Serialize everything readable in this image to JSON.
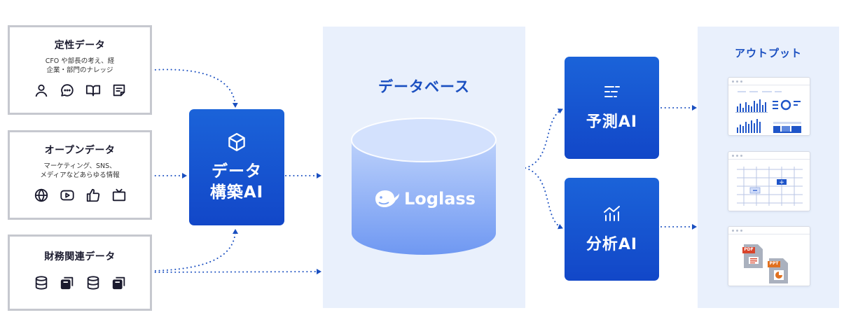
{
  "sources": [
    {
      "title": "定性データ",
      "desc": [
        "CFO や部長の考え、経",
        "企業・部門のナレッジ"
      ],
      "icons": [
        "person-icon",
        "chat-bubble-icon",
        "book-icon",
        "document-icon"
      ]
    },
    {
      "title": "オープンデータ",
      "desc": [
        "マーケティング、SNS、",
        "メディアなどあらゆる情報"
      ],
      "icons": [
        "globe-icon",
        "video-play-icon",
        "thumbs-up-icon",
        "tv-icon"
      ]
    },
    {
      "title": "財務関連データ",
      "desc": [],
      "icons": [
        "database-icon",
        "stacked-files-icon",
        "database-icon",
        "stacked-files-icon"
      ]
    }
  ],
  "builder": {
    "line1": "データ",
    "line2": "構築AI",
    "icon": "cube-icon"
  },
  "database": {
    "title": "データベース",
    "brand": "Loglass",
    "logo": "whale-logo"
  },
  "ai_boxes": [
    {
      "label": "予測AI",
      "icon": "forecast-lines-icon"
    },
    {
      "label": "分析AI",
      "icon": "analysis-chart-icon"
    }
  ],
  "output": {
    "title": "アウトプット",
    "cards": [
      "dashboard-card",
      "spreadsheet-card",
      "file-export-card"
    ],
    "file_badges": [
      "PDF",
      "PPT"
    ]
  },
  "colors": {
    "accent": "#1a4fc0",
    "box_blue": "#1556d2",
    "panel_bg": "#e9f0fc",
    "cylinder": "#7fa6f5",
    "border_gray": "#c6c8cf",
    "pdf_red": "#d9442b",
    "ppt_orange": "#e0701f"
  }
}
